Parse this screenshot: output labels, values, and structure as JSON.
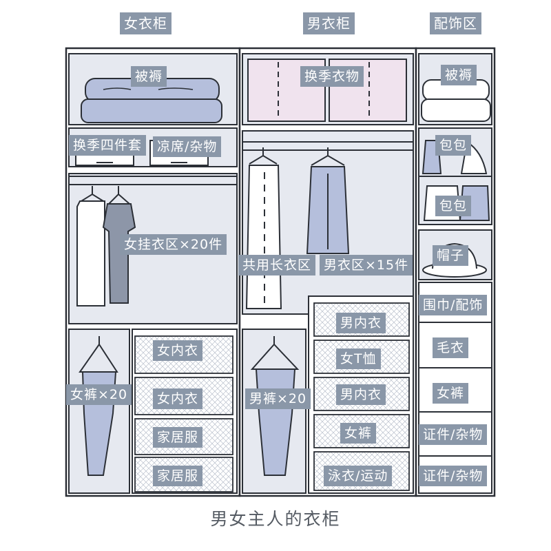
{
  "header": {
    "women": "女衣柜",
    "men": "男衣柜",
    "accessory": "配饰区"
  },
  "women": {
    "quilt": "被褥",
    "bedding_set": "换季四件套",
    "mat_misc": "凉席/杂物",
    "hanging": "女挂衣区×20件",
    "trousers": "女裤×20",
    "underwear_1": "女内衣",
    "underwear_2": "女内衣",
    "homewear_1": "家居服",
    "homewear_2": "家居服"
  },
  "men": {
    "seasonal": "换季衣物",
    "shared_long": "共用长衣区",
    "hanging": "男衣区×15件",
    "trousers": "男裤×20",
    "underwear_1": "男内衣",
    "tshirt": "女T恤",
    "underwear_2": "男内衣",
    "women_trousers": "女裤",
    "swim_sport": "泳衣/运动"
  },
  "accessory": {
    "quilt": "被褥",
    "bag_1": "包包",
    "bag_2": "包包",
    "hat": "帽子",
    "scarf": "围巾/配饰",
    "sweater": "毛衣",
    "trousers": "女裤",
    "docs_1": "证件/杂物",
    "docs_2": "证件/杂物"
  },
  "caption": "男女主人的衣柜",
  "colors": {
    "label_bg": "#8a97a8",
    "label_text": "#ffffff",
    "line": "#2b2f36",
    "panel_fill": "#e6e9f0",
    "garment_blue": "#b5bfdc",
    "garment_pink": "#f0e3ee",
    "garment_gray": "#8d96a8"
  }
}
